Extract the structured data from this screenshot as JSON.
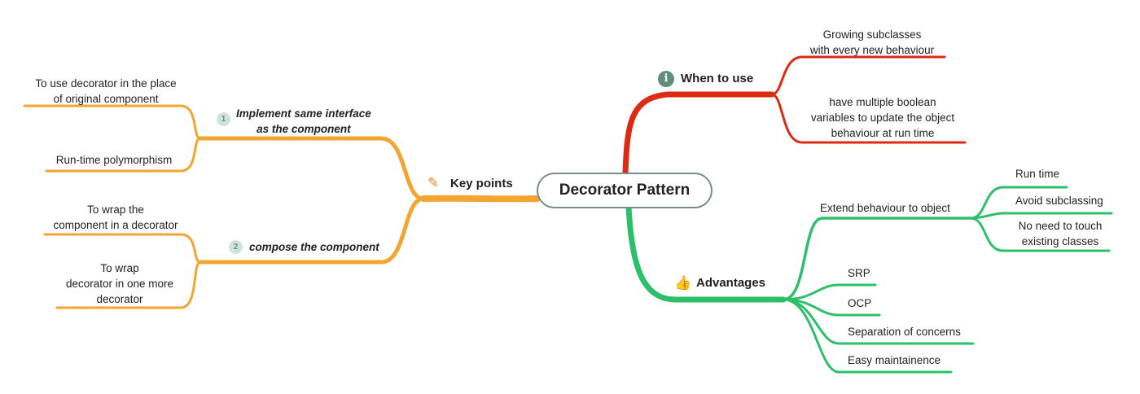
{
  "center": {
    "label": "Decorator Pattern"
  },
  "colors": {
    "orange": "#f2a531",
    "red": "#dd2a12",
    "green": "#2ebf6a",
    "border": "#7b8a8b"
  },
  "key_points": {
    "label": "Key points",
    "icon": "pencil-icon",
    "sub1": {
      "badge": "1",
      "line1": "Implement same interface",
      "line2": "as the component",
      "leaves": [
        {
          "line1": "To use decorator in the place",
          "line2": "of original component"
        },
        {
          "line1": "Run-time polymorphism"
        }
      ]
    },
    "sub2": {
      "badge": "2",
      "line1": "compose the component",
      "leaves": [
        {
          "line1": "To wrap the",
          "line2": "component in a decorator"
        },
        {
          "line1": "To wrap",
          "line2": "decorator in one more",
          "line3": "decorator"
        }
      ]
    }
  },
  "when_to_use": {
    "label": "When to use",
    "icon": "info-icon",
    "badge": "i",
    "leaves": [
      {
        "line1": "Growing subclasses",
        "line2": "with every new behaviour"
      },
      {
        "line1": "have multiple boolean",
        "line2": "variables to update the object",
        "line3": "behaviour at run time"
      }
    ]
  },
  "advantages": {
    "label": "Advantages",
    "icon": "thumbs-up-icon",
    "extend": {
      "label": "Extend behaviour to object",
      "children": [
        "Run time",
        "Avoid subclassing"
      ],
      "last": {
        "line1": "No need to touch",
        "line2": "existing classes"
      }
    },
    "items": [
      "SRP",
      "OCP",
      "Separation of concerns",
      "Easy maintainence"
    ]
  }
}
